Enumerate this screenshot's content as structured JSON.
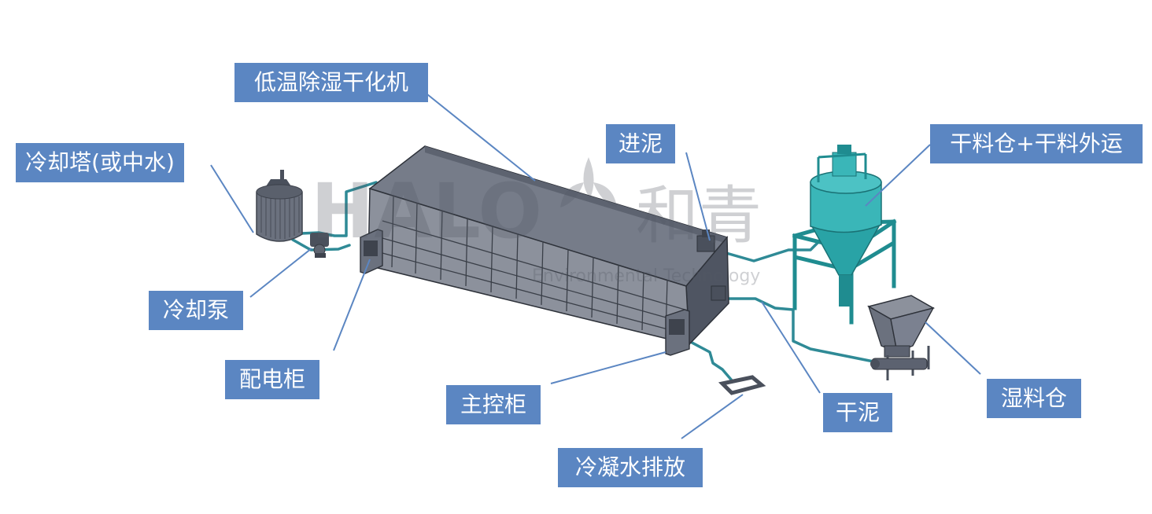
{
  "labels": {
    "dryer": "低温除湿干化机",
    "cooling_tower": "冷却塔(或中水)",
    "cooling_pump": "冷却泵",
    "distribution_cabinet": "配电柜",
    "main_control_cabinet": "主控柜",
    "condensate_discharge": "冷凝水排放",
    "sludge_inlet": "进泥",
    "dry_sludge": "干泥",
    "dry_silo": "干料仓+干料外运",
    "wet_silo": "湿料仓"
  },
  "watermark": {
    "brand_latin": "HALO",
    "brand_cn": "和青",
    "tagline": "Environmental Technology"
  },
  "colors": {
    "label_bg": "#5b86c2",
    "leader_line": "#5b86c2",
    "pipe": "#2f8a96",
    "steel": "#1f8c90",
    "machine_dark": "#5c6270",
    "machine_mid": "#7b8190"
  }
}
